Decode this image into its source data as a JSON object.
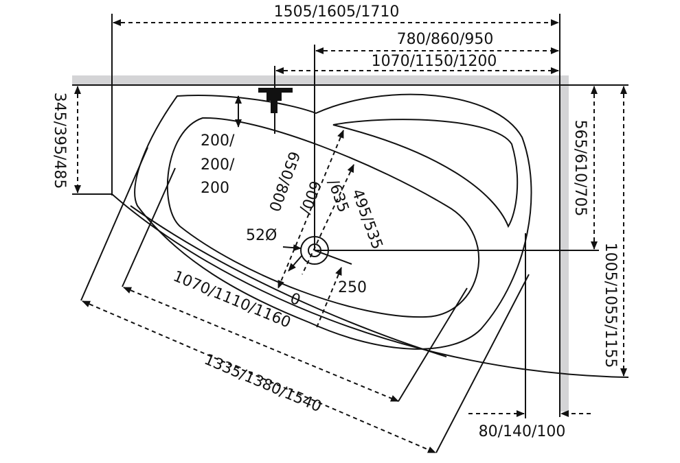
{
  "title": "Corner bathtub dimension drawing",
  "dimensions": {
    "total_width": "1505/1605/1710",
    "drain_from_right": "780/860/950",
    "overflow_from_right": "1070/1150/1200",
    "left_height": "345/395/485",
    "overflow_depth": [
      "200/",
      "200/",
      "200"
    ],
    "drain_from_top": "565/610/705",
    "total_depth": "1005/1055/1155",
    "inner_depth_a": "650/800",
    "inner_depth_b": "600/",
    "inner_depth_c": "/635",
    "inner_depth_d": "495/535",
    "drain_diameter": "52Ø",
    "drain_offset": "250",
    "zero_mark": "0",
    "inner_length": "1070/1110/1160",
    "outer_length": "1335/1380/1540",
    "right_offset": "80/140/100"
  },
  "colors": {
    "wall": "#d4d4d6",
    "line": "#111111"
  }
}
